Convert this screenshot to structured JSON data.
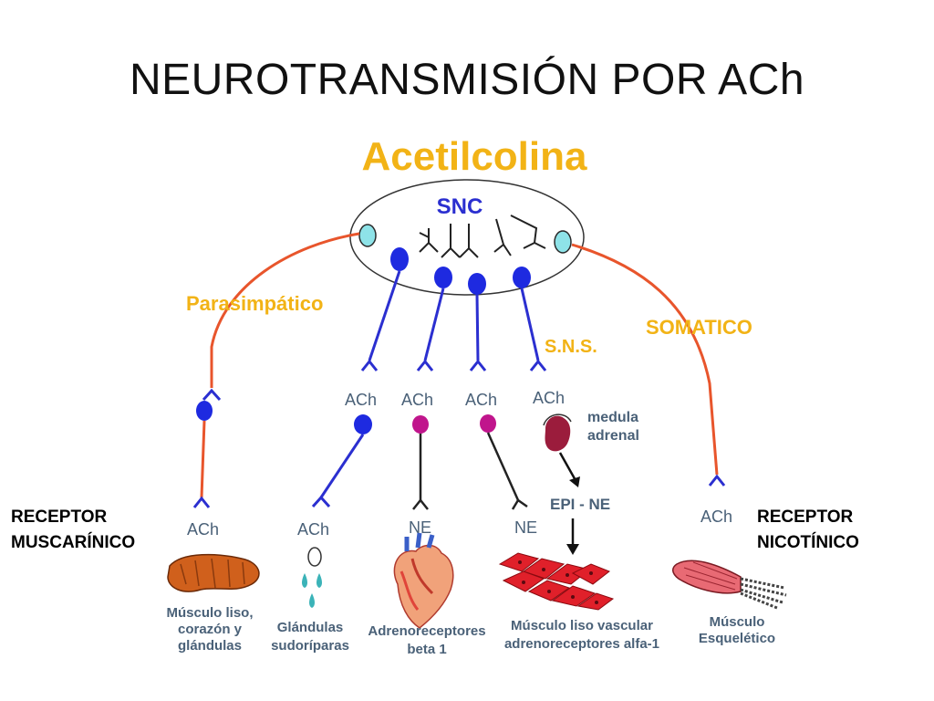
{
  "slide": {
    "title": "NEUROTRANSMISIÓN POR ACh",
    "left_label": [
      "RECEPTOR",
      "MUSCARÍNICO"
    ],
    "right_label": [
      "RECEPTOR",
      "NICOTÍNICO"
    ]
  },
  "diagram": {
    "heading": "Acetilcolina",
    "center": "SNC",
    "branches": {
      "parasympathetic": "Parasimpático",
      "sympathetic": "S.N.S.",
      "somatic": "SOMATICO"
    },
    "labels": {
      "ach_upper_1": "ACh",
      "ach_upper_2": "ACh",
      "ach_upper_3": "ACh",
      "ach_upper_4": "ACh",
      "medula": [
        "medula",
        "adrenal"
      ],
      "ach_lower_para": "ACh",
      "ach_lower_glands": "ACh",
      "ne_heart": "NE",
      "ne_vascular": "NE",
      "epi_ne": "EPI - NE",
      "ach_lower_somatic": "ACh"
    },
    "targets": {
      "smooth_muscle": [
        "Músculo liso,",
        "corazón y",
        "glándulas"
      ],
      "sweat_glands": [
        "Glándulas",
        "sudoríparas"
      ],
      "adrenoreceptors_beta": [
        "Adrenoreceptores",
        "beta 1"
      ],
      "vascular": [
        "Músculo liso vascular",
        "adrenoreceptores alfa-1"
      ],
      "skeletal": [
        "Músculo",
        "Esquelético"
      ]
    },
    "colors": {
      "orange_text": "#f2b316",
      "orange_line": "#e8552c",
      "blue": "#2b2fd0",
      "magenta": "#c0158c",
      "gray_text": "#4a6178"
    }
  }
}
